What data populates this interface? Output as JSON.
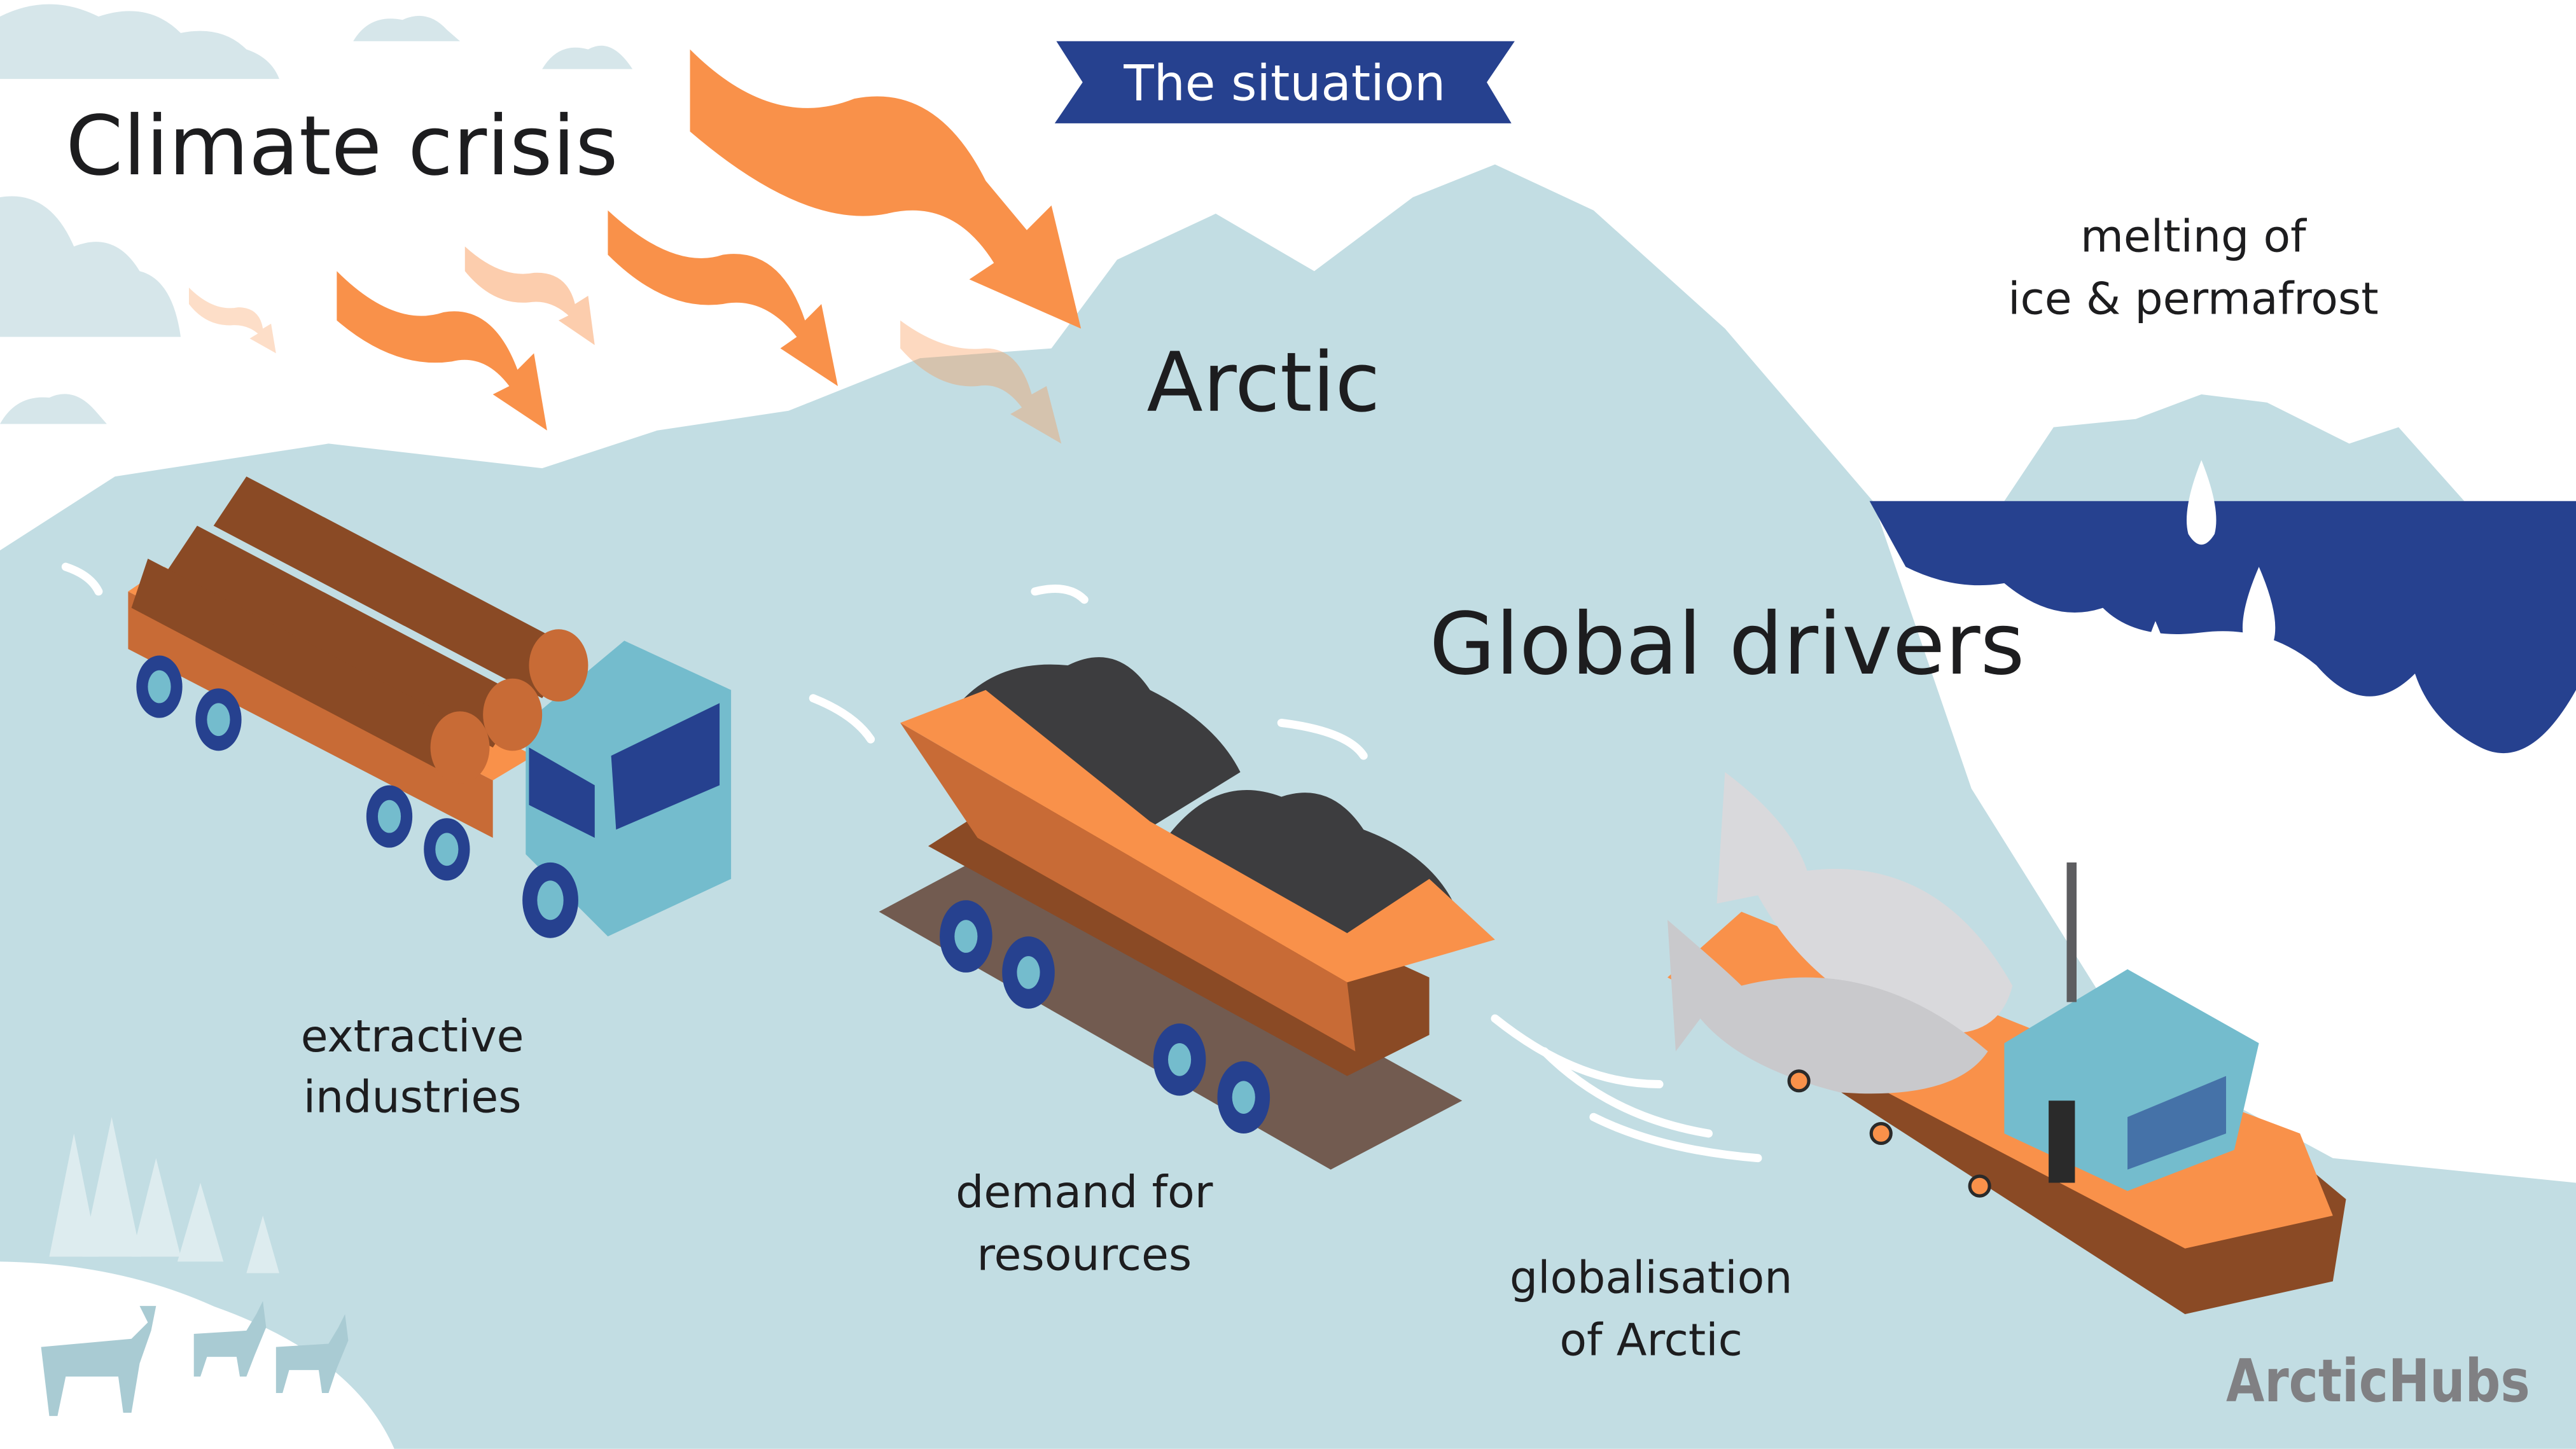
{
  "banner": {
    "label": "The situation"
  },
  "headings": {
    "climate": "Climate crisis",
    "arctic": "Arctic",
    "global": "Global drivers"
  },
  "labels": {
    "melting": [
      "melting of",
      "ice & permafrost"
    ],
    "extractive": [
      "extractive",
      "industries"
    ],
    "demand": [
      "demand for",
      "resources"
    ],
    "globalisation": [
      "globalisation",
      "of Arctic"
    ]
  },
  "logo": {
    "text": "ArcticHubs"
  },
  "colors": {
    "ice": "#c2dde3",
    "sea": "#26418f",
    "orange": "#f9914a",
    "wood": "#8a4a25",
    "cab": "#74bccd",
    "coal": "#3d3d3f",
    "logo": "#808083"
  }
}
